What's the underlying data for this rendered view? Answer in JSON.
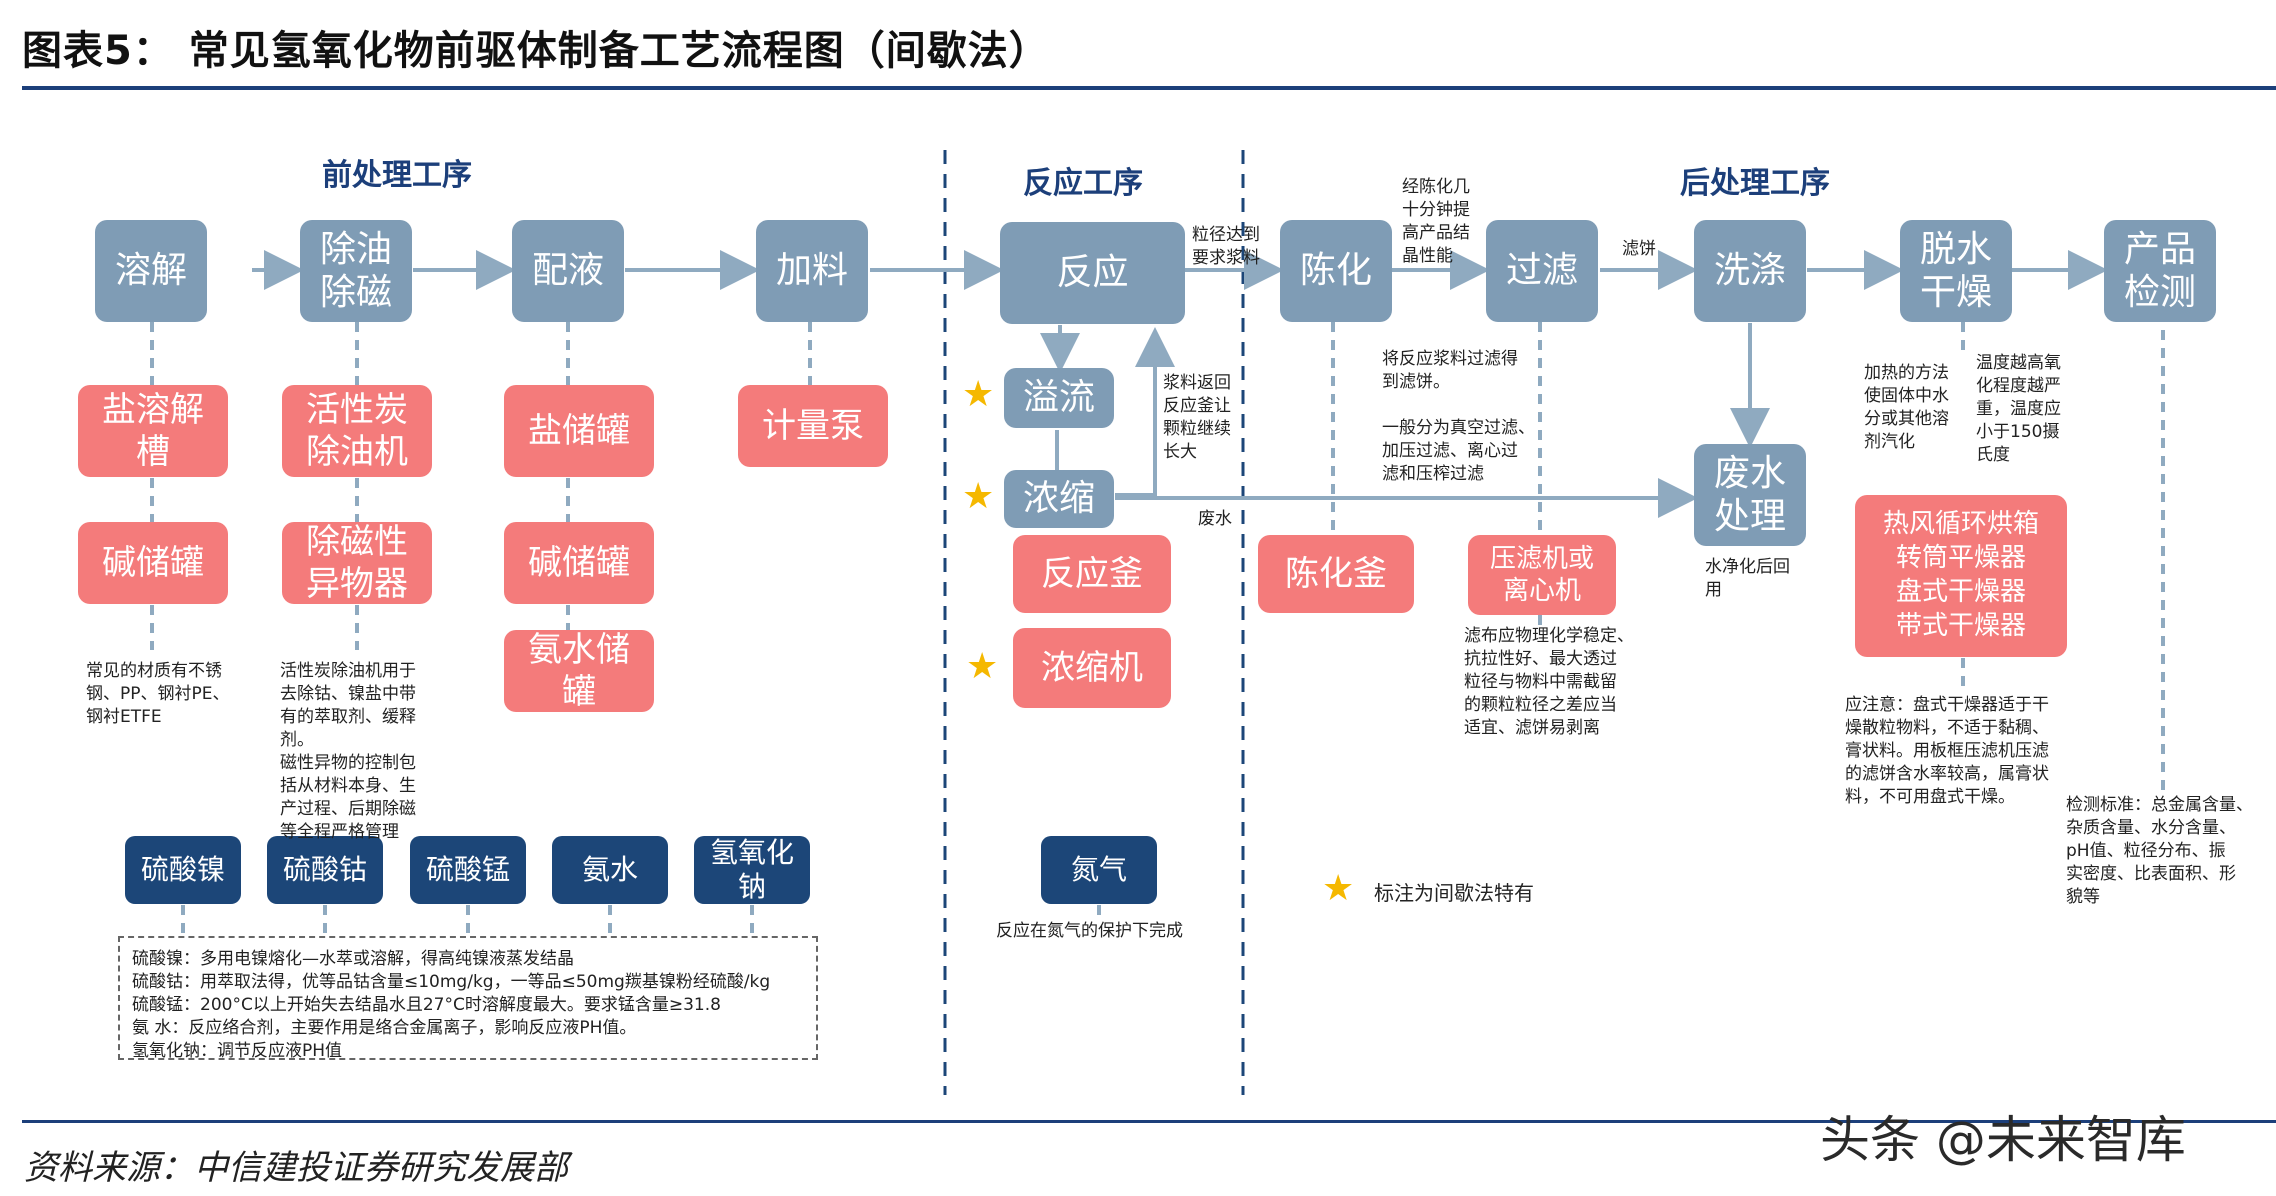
{
  "title": "图表5：   常见氢氧化物前驱体制备工艺流程图（间歇法）",
  "source": "资料来源：中信建投证券研究发展部",
  "watermark": "头条 @未来智库",
  "sections": {
    "pre": "前处理工序",
    "reaction": "反应工序",
    "post": "后处理工序"
  },
  "process_steps": {
    "dissolve": "溶解",
    "degrease": "除油\n除磁",
    "prepare": "配液",
    "feed": "加料",
    "react": "反应",
    "overflow": "溢流",
    "concentrate": "浓缩",
    "age": "陈化",
    "filter": "过滤",
    "wash": "洗涤",
    "dewater": "脱水\n干燥",
    "inspect": "产品\n检测",
    "wastewater": "废水\n处理"
  },
  "equipment": {
    "salt_tank": "盐溶解\n槽",
    "alkali_tank_1": "碱储罐",
    "activated_carbon": "活性炭\n除油机",
    "magnetic": "除磁性\n异物器",
    "salt_storage": "盐储罐",
    "alkali_tank_2": "碱储罐",
    "ammonia_tank": "氨水储\n罐",
    "meter_pump": "计量泵",
    "reactor": "反应釜",
    "concentrator": "浓缩机",
    "aging_tank": "陈化釜",
    "press_filter": "压滤机或\n离心机",
    "dryers": "热风循环烘箱\n转筒平燥器\n盘式干燥器\n带式干燥器"
  },
  "raw_materials": {
    "nickel_sulfate": "硫酸镍",
    "cobalt_sulfate": "硫酸钴",
    "manganese_sulfate": "硫酸锰",
    "ammonia": "氨水",
    "naoh": "氢氧化\n钠",
    "nitrogen": "氮气"
  },
  "notes": {
    "material": "常见的材质有不锈\n钢、PP、钢衬PE、\n钢衬ETFE",
    "activated": "活性炭除油机用于\n去除钴、镍盐中带\n有的萃取剂、缓释\n剂。\n磁性异物的控制包\n括从材料本身、生\n产过程、后期除磁\n等全程严格管理",
    "particle": "粒径达到\n要求浆料",
    "return": "浆料返回\n反应釜让\n颗粒继续\n长大",
    "waste_water": "废水",
    "aging_note": "经陈化几\n十分钟提\n高产品结\n晶性能",
    "cake": "滤饼",
    "filter_note": "将反应浆料过滤得\n到滤饼。\n\n一般分为真空过滤、\n加压过滤、离心过\n滤和压榨过滤",
    "cloth_note": "滤布应物理化学稳定、\n抗拉性好、最大透过\n粒径与物料中需截留\n的颗粒粒径之差应当\n适宜、滤饼易剥离",
    "recycle": "水净化后回\n用",
    "heating": "加热的方法\n使固体中水\n分或其他溶\n剂汽化",
    "temp": "温度越高氧\n化程度越严\n重，温度应\n小于150摄\n氏度",
    "caution": "应注意：盘式干燥器适于干\n燥散粒物料，不适于黏稠、\n膏状料。用板框压滤机压滤\n的滤饼含水率较高，属膏状\n料，不可用盘式干燥。",
    "standard": "检测标准：总金属含量、\n杂质含量、水分含量、\npH值、粒径分布、振\n实密度、比表面积、形\n貌等",
    "nitrogen_note": "反应在氮气的保护下完成",
    "legend": "标注为间歇法特有",
    "box": "硫酸镍：多用电镍熔化—水萃或溶解，得高纯镍液蒸发结晶\n硫酸钴：用萃取法得，优等品钴含量≤10mg/kg，一等品≤50mg羰基镍粉经硫酸/kg\n硫酸锰：200°C以上开始失去结晶水且27°C时溶解度最大。要求锰含量≥31.8\n氨    水：反应络合剂，主要作用是络合金属离子，影响反应液PH值。\n氢氧化钠：调节反应液PH值"
  },
  "star_glyph": "★"
}
